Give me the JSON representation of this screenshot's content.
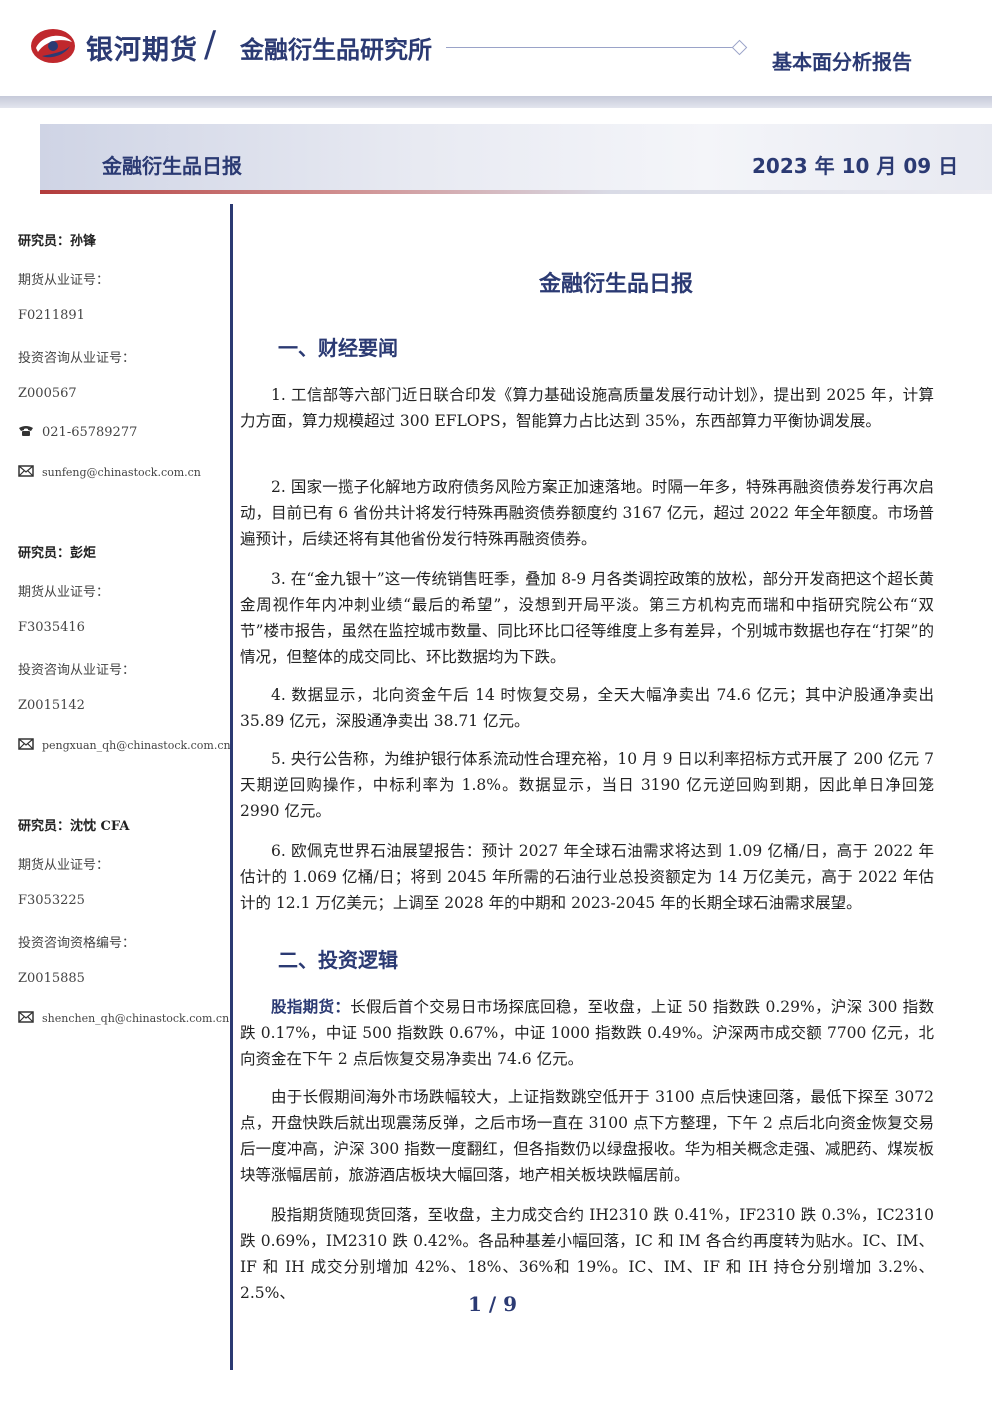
{
  "header": {
    "brand": "银河期货",
    "slash": "/",
    "institute": "金融衍生品研究所",
    "report_type": "基本面分析报告",
    "colors": {
      "primary": "#2b3a73",
      "accent": "#c0282d"
    }
  },
  "banner": {
    "title": "金融衍生品日报",
    "date": "2023 年 10 月 09 日"
  },
  "sidebar": {
    "researchers": [
      {
        "name": "研究员：孙锋",
        "license_label": "期货从业证号：",
        "license": "F0211891",
        "advisory_label": "投资咨询从业证号：",
        "advisory": "Z000567",
        "phone": "021-65789277",
        "email": "sunfeng@chinastock.com.cn"
      },
      {
        "name": "研究员：彭炬",
        "license_label": "期货从业证号：",
        "license": "F3035416",
        "advisory_label": "投资咨询从业证号：",
        "advisory": "Z0015142",
        "email": "pengxuan_qh@chinastock.com.cn"
      },
      {
        "name": "研究员：沈忱 CFA",
        "license_label": "期货从业证号：",
        "license": "F3053225",
        "advisory_label": "投资咨询资格编号：",
        "advisory": "Z0015885",
        "email": "shenchen_qh@chinastock.com.cn"
      }
    ],
    "icons": {
      "phone": "phone-icon",
      "email": "email-icon"
    }
  },
  "main": {
    "title": "金融衍生品日报",
    "section1": {
      "heading": "一、财经要闻",
      "items": [
        "1. 工信部等六部门近日联合印发《算力基础设施高质量发展行动计划》，提出到 2025 年，计算力方面，算力规模超过 300 EFLOPS，智能算力占比达到 35%，东西部算力平衡协调发展。",
        "2. 国家一揽子化解地方政府债务风险方案正加速落地。时隔一年多，特殊再融资债券发行再次启动，目前已有 6 省份共计将发行特殊再融资债券额度约 3167 亿元，超过 2022 年全年额度。市场普遍预计，后续还将有其他省份发行特殊再融资债券。",
        "3. 在“金九银十”这一传统销售旺季，叠加 8-9 月各类调控政策的放松，部分开发商把这个超长黄金周视作年内冲刺业绩“最后的希望”，没想到开局平淡。第三方机构克而瑞和中指研究院公布“双节”楼市报告，虽然在监控城市数量、同比环比口径等维度上多有差异，个别城市数据也存在“打架”的情况，但整体的成交同比、环比数据均为下跌。",
        "4. 数据显示，北向资金午后 14 时恢复交易，全天大幅净卖出 74.6 亿元；其中沪股通净卖出 35.89 亿元，深股通净卖出 38.71 亿元。",
        "5. 央行公告称，为维护银行体系流动性合理充裕，10 月 9 日以利率招标方式开展了 200 亿元 7 天期逆回购操作，中标利率为 1.8%。数据显示，当日 3190 亿元逆回购到期，因此单日净回笼 2990 亿元。",
        "6. 欧佩克世界石油展望报告：预计 2027 年全球石油需求将达到 1.09 亿桶/日，高于 2022 年估计的 1.069 亿桶/日；将到 2045 年所需的石油行业总投资额定为 14 万亿美元，高于 2022 年估计的 12.1 万亿美元；上调至 2028 年的中期和 2023-2045 年的长期全球石油需求展望。"
      ]
    },
    "section2": {
      "heading": "二、投资逻辑",
      "lead_label": "股指期货：",
      "lead_text": "长假后首个交易日市场探底回稳，至收盘，上证 50 指数跌 0.29%，沪深 300 指数跌 0.17%，中证 500 指数跌 0.67%，中证 1000 指数跌 0.49%。沪深两市成交额 7700 亿元，北向资金在下午 2 点后恢复交易净卖出 74.6 亿元。",
      "para2": "由于长假期间海外市场跌幅较大，上证指数跳空低开于 3100 点后快速回落，最低下探至 3072 点，开盘快跌后就出现震荡反弹，之后市场一直在 3100 点下方整理，下午 2 点后北向资金恢复交易后一度冲高，沪深 300 指数一度翻红，但各指数仍以绿盘报收。华为相关概念走强、减肥药、煤炭板块等涨幅居前，旅游酒店板块大幅回落，地产相关板块跌幅居前。",
      "para3": "股指期货随现货回落，至收盘，主力成交合约 IH2310 跌 0.41%，IF2310 跌 0.3%，IC2310 跌 0.69%，IM2310 跌 0.42%。各品种基差小幅回落，IC 和 IM 各合约再度转为贴水。IC、IM、IF 和 IH 成交分别增加 42%、18%、36%和 19%。IC、IM、IF 和 IH 持仓分别增加 3.2%、2.5%、"
    }
  },
  "footer": {
    "page": "1 / 9"
  }
}
